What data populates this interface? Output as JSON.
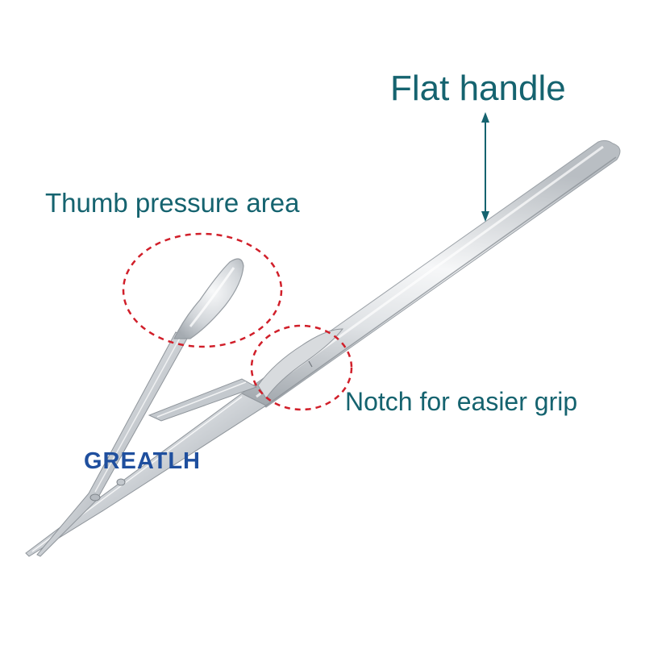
{
  "annotations": {
    "flat_handle": "Flat handle",
    "thumb_pressure": "Thumb pressure area",
    "notch": "Notch for easier grip"
  },
  "brand": "GREATLH",
  "colors": {
    "label_text": "#15636f",
    "arrow": "#15636f",
    "highlight_circle": "#d11f2a",
    "brand": "#1f4f9e",
    "steel_light": "#eef0f2",
    "steel_mid": "#c3c8cd",
    "steel_dark": "#8a9097"
  }
}
